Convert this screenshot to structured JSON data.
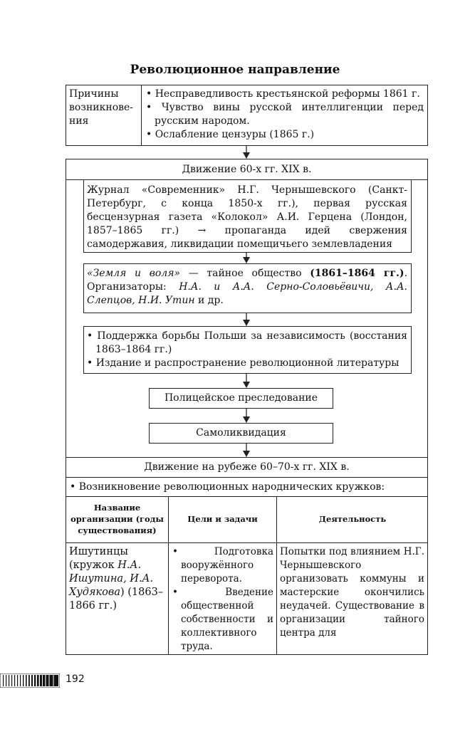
{
  "title": "Революционное направление",
  "causes": {
    "label": "Причины возникнове-ния",
    "items": [
      "• Несправедливость крестьянской реформы 1861 г.",
      "• Чувство вины русской интеллигенции перед русским народом.",
      "• Ослабление цензуры (1865 г.)"
    ]
  },
  "movement60": {
    "heading": "Движение 60-х гг. XIX в.",
    "journal": "Журнал «Современник» Н.Г. Чернышевского (Санкт-Петербург, с конца 1850-х гг.), первая русская бесцензурная газета «Колокол» А.И. Герцена (Лондон, 1857–1865 гг.) → пропаганда идей свержения самодержавия, ликвидации помещичьего землевладения",
    "zemlya": {
      "name": "«Земля и воля»",
      "dash": " — тайное общество ",
      "years": "(1861–1864 гг.)",
      "mid": ". Организаторы: ",
      "organizers": "Н.А. и А.А. Серно-Соловьёвичи, А.А. Слепцов, Н.И. Утин",
      "end": " и др."
    },
    "activities": [
      "• Поддержка борьбы Польши за независимость (восстания 1863–1864 гг.)",
      "• Издание и распространение революционной литературы"
    ],
    "police": "Полицейское преследование",
    "selfliq": "Самоликвидация"
  },
  "movement6070": {
    "heading": "Движение на рубеже 60–70-х гг. XIX в.",
    "bullet": "• Возникновение революционных народнических кружков:",
    "table": {
      "headers": [
        "Название организации (годы существования)",
        "Цели и задачи",
        "Деятельность"
      ],
      "row": {
        "name_plain1": "Ишутинцы (кружок ",
        "name_italic": "Н.А. Ишутина, И.А. Худякова",
        "name_plain2": ") (1863–1866 гг.)",
        "goals": [
          "• Подготовка вооружённого переворота.",
          "• Введение общественной собственности и коллективного труда."
        ],
        "activity": "Попытки под влиянием Н.Г. Чернышевского организовать коммуны и мастерские окончились неудачей. Существование в организации тайного центра для"
      }
    }
  },
  "page_number": "192"
}
